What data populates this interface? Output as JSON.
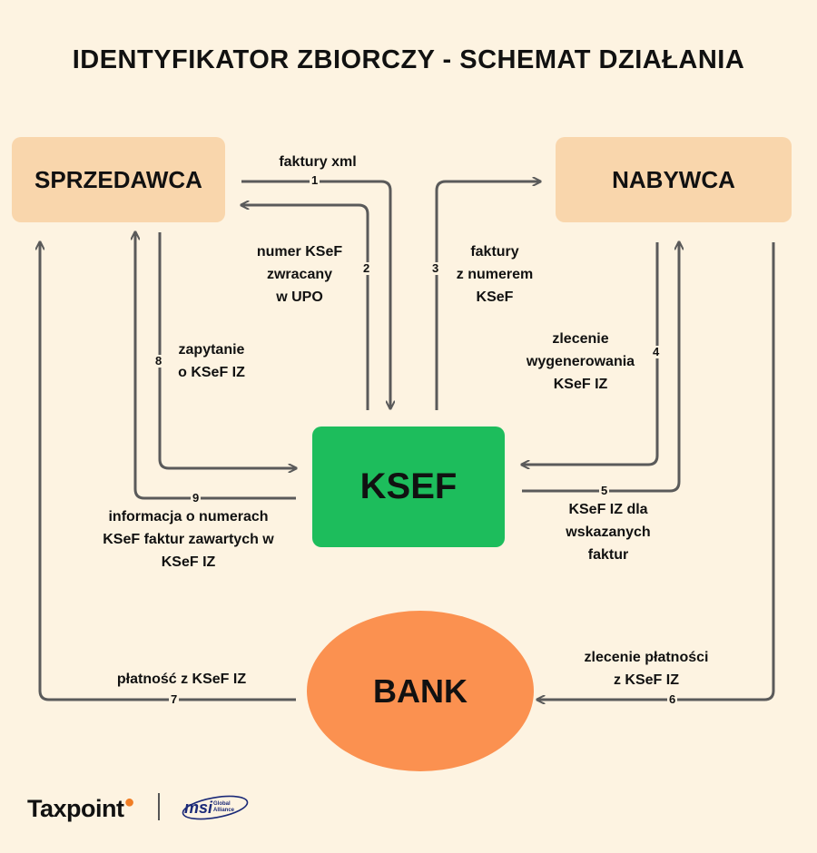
{
  "title": "IDENTYFIKATOR ZBIORCZY - SCHEMAT DZIAŁANIA",
  "nodes": {
    "seller": "SPRZEDAWCA",
    "buyer": "NABYWCA",
    "ksef": "KSEF",
    "bank": "BANK"
  },
  "flows": [
    {
      "num": "1",
      "label": "faktury xml"
    },
    {
      "num": "2",
      "label": "numer KSeF\nzwracany\nw UPO"
    },
    {
      "num": "3",
      "label": "faktury\nz numerem\nKSeF"
    },
    {
      "num": "4",
      "label": "zlecenie\nwygenerowania\nKSeF IZ"
    },
    {
      "num": "5",
      "label": "KSeF IZ dla\nwskazanych\nfaktur"
    },
    {
      "num": "6",
      "label": "zlecenie płatności\nz KSeF IZ"
    },
    {
      "num": "7",
      "label": "płatność z KSeF IZ"
    },
    {
      "num": "8",
      "label": "zapytanie\no KSeF IZ"
    },
    {
      "num": "9",
      "label": "informacja o numerach\nKSeF faktur zawartych w\nKSeF IZ"
    }
  ],
  "footer": {
    "logo_left": "Taxpoint",
    "logo_right": "msi",
    "logo_right_sub": "Global Alliance"
  },
  "colors": {
    "background": "#fdf3e1",
    "party_box": "#f9d6ac",
    "ksef": "#1dbd5c",
    "bank": "#fb9150",
    "arrow": "#5a5a5a",
    "taxpoint_dot": "#f07d24",
    "msi": "#1b2a78"
  }
}
